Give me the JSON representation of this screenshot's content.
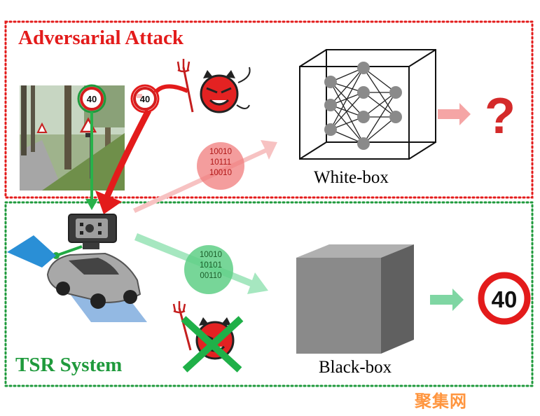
{
  "adversarial_title": "Adversarial Attack",
  "tsr_title": "TSR System",
  "whitebox_label": "White-box",
  "blackbox_label": "Black-box",
  "bits_red": [
    "10010",
    "10111",
    "10010"
  ],
  "bits_green": [
    "10010",
    "10101",
    "00110"
  ],
  "sign_speed": "40",
  "output_sign_speed": "40",
  "question_mark": "?",
  "watermark": "聚集网",
  "colors": {
    "attack_red": "#e31b1b",
    "system_green": "#1f9a3c",
    "blackbox_gray": "#7f7f7f",
    "arrow_pink": "#f4a3a3",
    "arrow_mint": "#8fdcb0"
  },
  "icons": [
    "devil-attacker-icon",
    "neural-network-icon",
    "camera-icon",
    "car-icon",
    "question-icon",
    "cross-icon"
  ]
}
